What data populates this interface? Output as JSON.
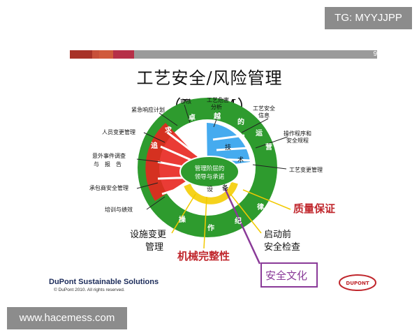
{
  "badge": "TG: MYYJJPP",
  "page_number": "9",
  "title": "工艺安全/风险管理（PSRM）",
  "center": {
    "line1": "管理阶层的",
    "line2": "领导与承诺"
  },
  "red_items": [
    "紧急响应计划",
    "审核",
    "人员变更管理",
    "意外事件调查",
    "与　报　告",
    "承包商安全管理",
    "培训与绩效"
  ],
  "blue_items": [
    "工艺危害",
    "分析",
    "工艺安全",
    "信息",
    "操作程序和",
    "安全规程",
    "工艺变更管理"
  ],
  "ring_words": [
    "操",
    "作",
    "纪",
    "律",
    "追",
    "求",
    "卓",
    "越",
    "的",
    "运",
    "技",
    "术",
    "设",
    "备",
    "营"
  ],
  "callouts": {
    "quality": "质量保证",
    "startup_1": "启动前",
    "startup_2": "安全检查",
    "change_1": "设施变更",
    "change_2": "管理",
    "mechanical": "机械完整性",
    "culture": "安全文化"
  },
  "footer": {
    "company": "DuPont Sustainable Solutions",
    "copyright": "© DuPont 2010. All rights reserved.",
    "logo": "DUPONT"
  },
  "watermark": "www.hacemess.com",
  "colors": {
    "green": "#2e9b2e",
    "red": "#e8261f",
    "blue": "#3ba6ee",
    "yellow": "#f5d21c",
    "purple": "#8a3a98"
  }
}
